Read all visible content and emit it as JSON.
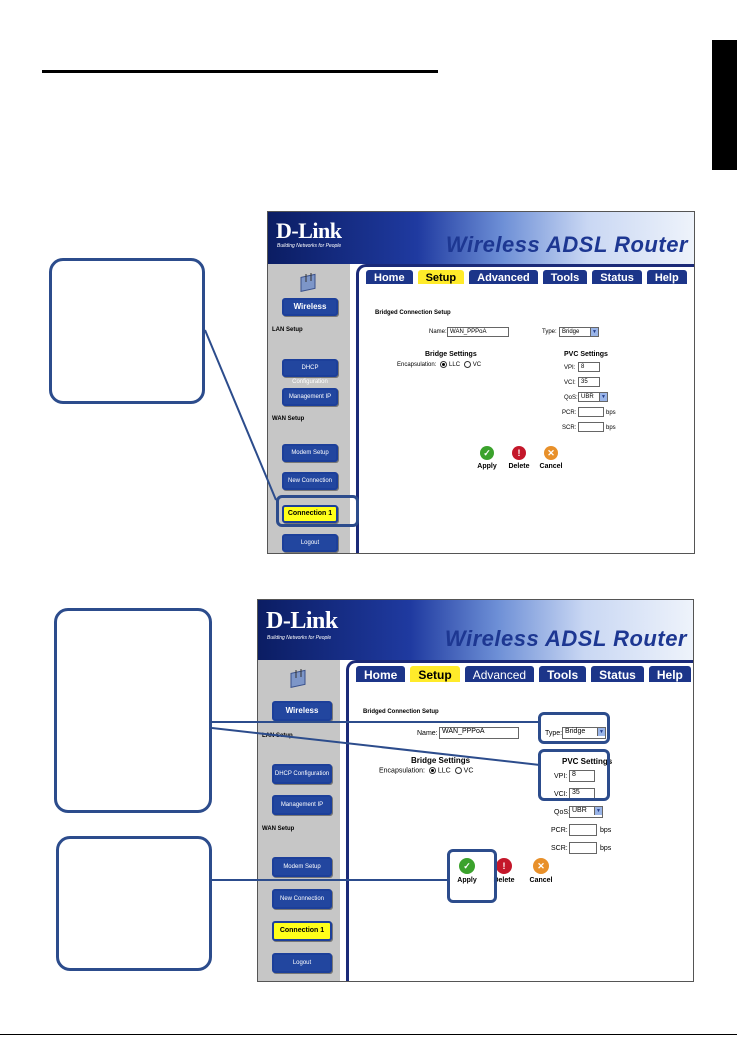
{
  "router_ui": {
    "brand": "D-Link",
    "tagline": "Building Networks for People",
    "product": "Wireless ADSL Router",
    "tabs": [
      "Home",
      "Setup",
      "Advanced",
      "Tools",
      "Status",
      "Help"
    ],
    "active_tab": "Setup",
    "nav": {
      "wireless": "Wireless",
      "lan_setup": "LAN Setup",
      "dhcp": "DHCP Configuration",
      "management_ip": "Management IP",
      "wan_setup": "WAN Setup",
      "modem_setup": "Modem Setup",
      "new_connection": "New Connection",
      "connection1": "Connection 1",
      "logout": "Logout"
    },
    "form": {
      "section_title": "Bridged Connection Setup",
      "name_label": "Name:",
      "name_value": "WAN_PPPoA",
      "type_label": "Type:",
      "type_value": "Bridge",
      "bridge_settings": "Bridge Settings",
      "encapsulation_label": "Encapsulation:",
      "llc_label": "LLC",
      "vc_label": "VC",
      "pvc_settings": "PVC Settings",
      "vpi_label": "VPI:",
      "vpi_value": "8",
      "vci_label": "VCI:",
      "vci_value": "35",
      "qos_label": "QoS:",
      "qos_value": "UBR",
      "pcr_label": "PCR:",
      "scr_label": "SCR:",
      "unit": "bps"
    },
    "actions": {
      "apply": "Apply",
      "delete": "Delete",
      "cancel": "Cancel"
    },
    "colors": {
      "banner": "#1f3aa0",
      "tab": "#1c3589",
      "active_tab": "#ffeb2a",
      "callout_border": "#2c4c8c"
    }
  }
}
